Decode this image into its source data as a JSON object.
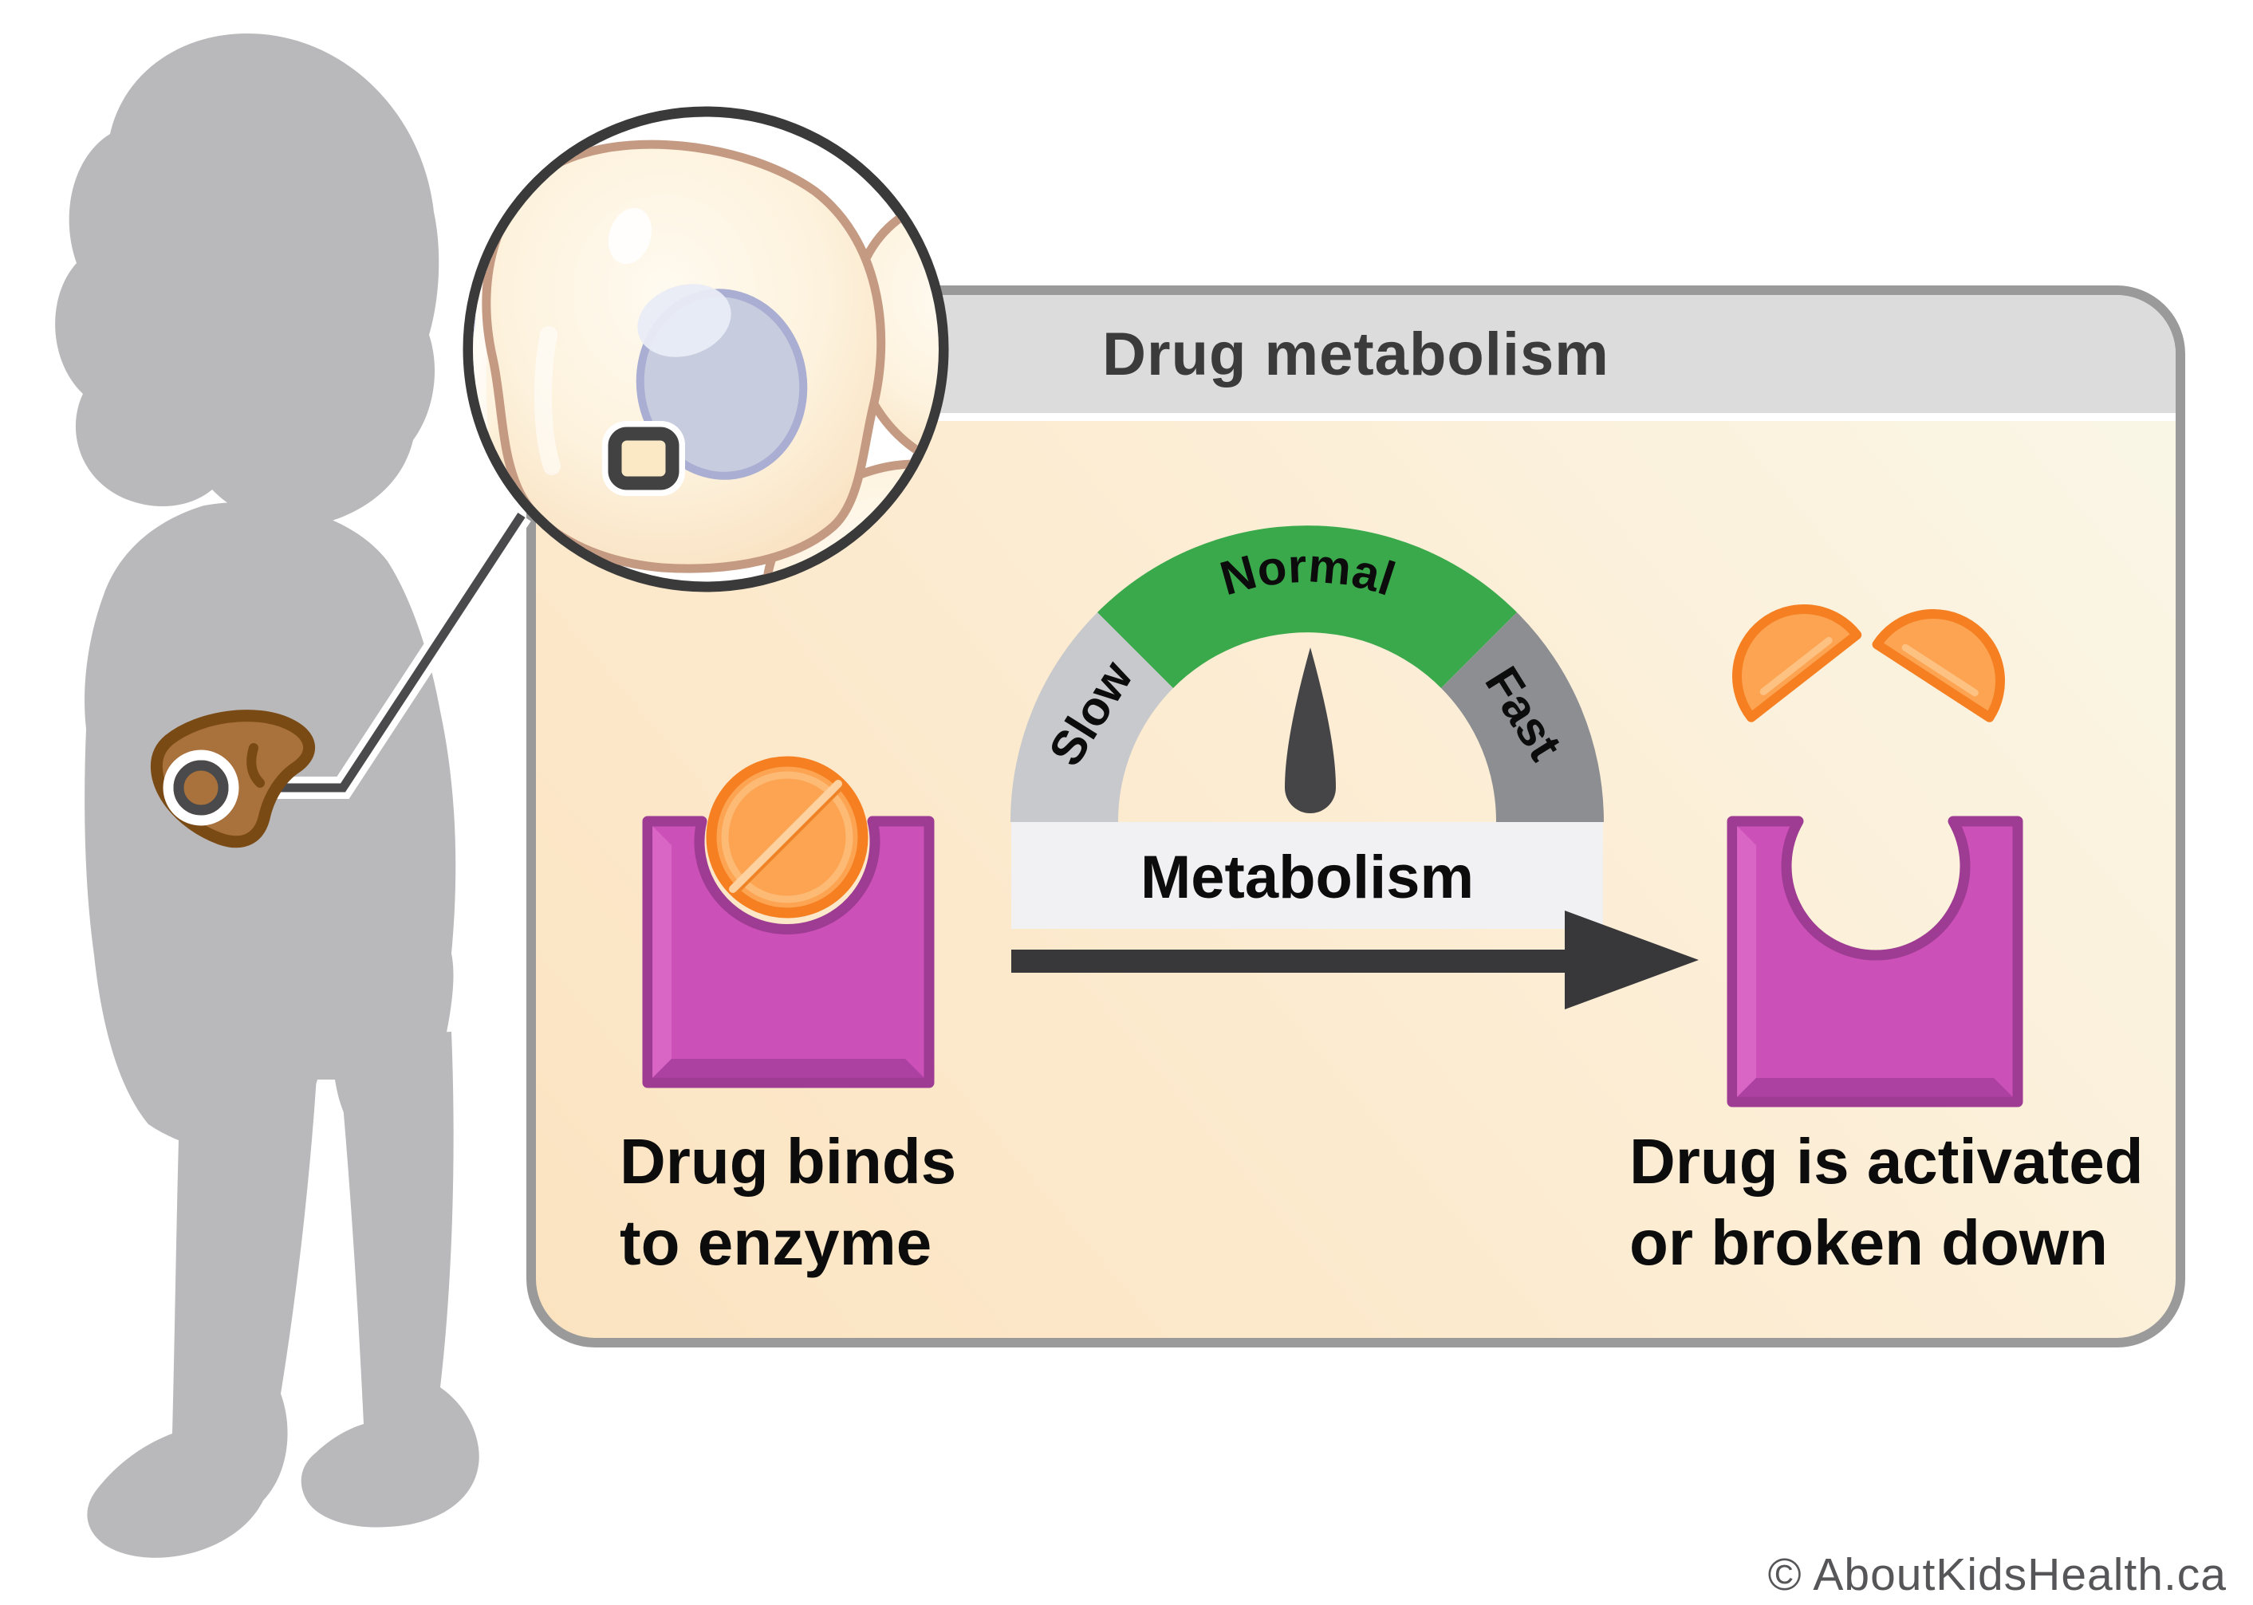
{
  "panel": {
    "title": "Drug metabolism",
    "header_bg": "#dcdcdd",
    "border_color": "#9a9a9a",
    "body_gradient": [
      "#fbe3c0",
      "#fcecd2",
      "#faf7e8"
    ]
  },
  "gauge": {
    "title": "Metabolism",
    "bar_bg": "#f1f1f3",
    "segments": [
      {
        "label": "Slow",
        "color": "#c7c9cc"
      },
      {
        "label": "Normal",
        "color": "#3aa94b"
      },
      {
        "label": "Fast",
        "color": "#8c8e92"
      }
    ],
    "needle": {
      "points_to": "Normal",
      "color": "#454547"
    }
  },
  "steps": {
    "left": {
      "line1": "Drug binds",
      "line2": "to enzyme"
    },
    "right": {
      "line1": "Drug is activated",
      "line2": "or broken down"
    }
  },
  "footer": {
    "copyright": "© AboutKidsHealth.ca",
    "color": "#565659"
  },
  "colors": {
    "arrow": "#38383a",
    "enzyme_fill": "#cb50b8",
    "enzyme_border": "#9e3b92",
    "drug_fill": "#fca452",
    "drug_border": "#f57f21",
    "liver_fill": "#a9713b",
    "liver_border": "#7a4a15",
    "silhouette": "#b9b9bb",
    "cell_outline": "#c49a82",
    "nucleus_fill": "#c8ccdf",
    "inset_ring": "#3a3a3a"
  },
  "icons": {
    "silhouette": "child-silhouette",
    "liver": "liver-icon",
    "inset": "liver-cells-inset",
    "gauge": "metabolism-gauge",
    "arrow": "flow-arrow",
    "enzyme_bound": "enzyme-with-drug-icon",
    "enzyme_empty": "enzyme-empty-icon",
    "drug": "drug-pill-icon",
    "drug_halves": "drug-half-pieces-icon"
  }
}
